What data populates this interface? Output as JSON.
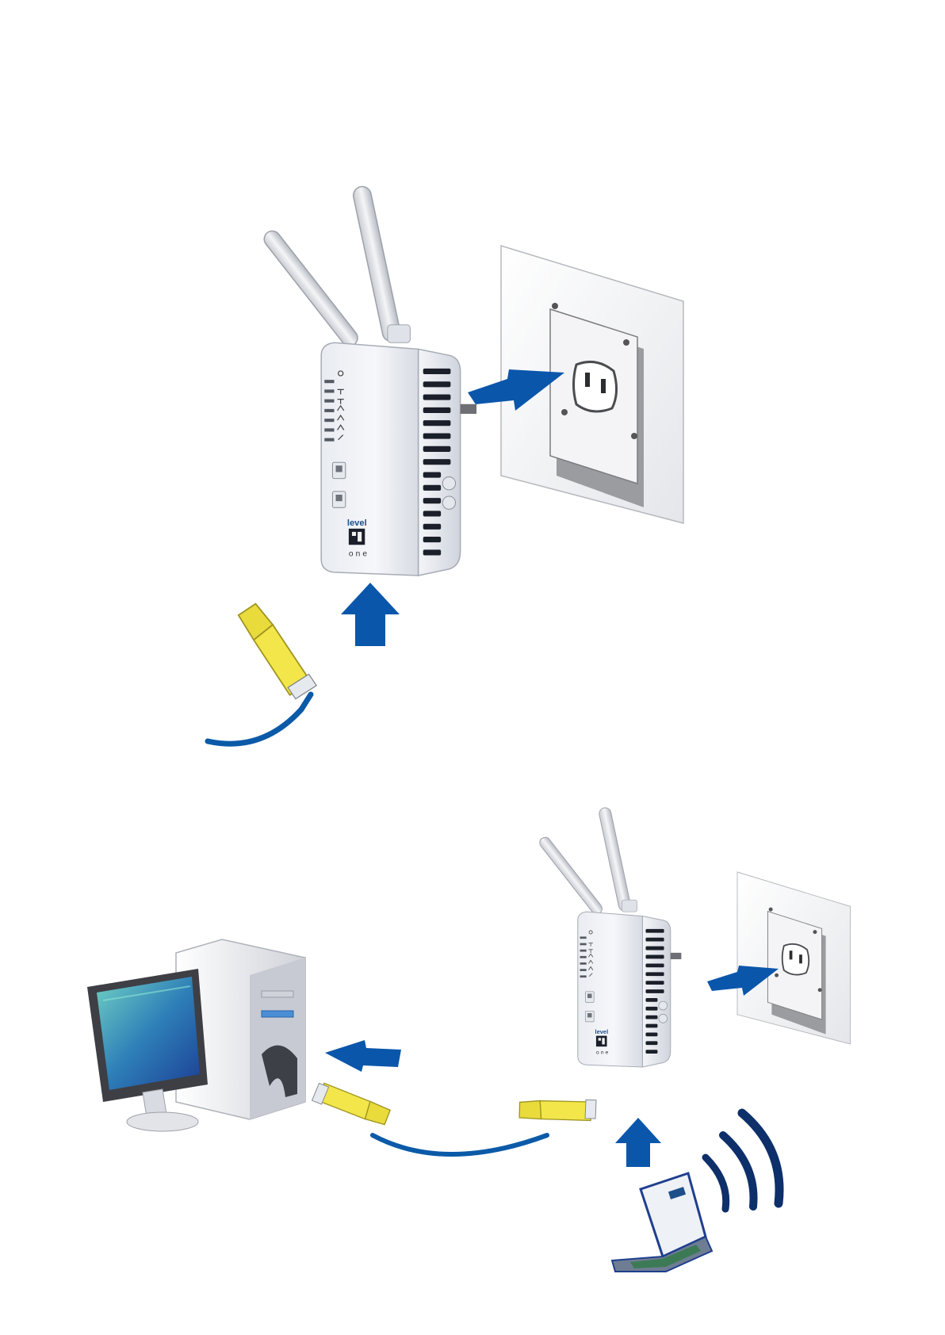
{
  "colors": {
    "arrow_blue": "#0a56ab",
    "cable_blue": "#0b5aa8",
    "rj45_yellow": "#f3e64a",
    "device_body": "#eef0f4",
    "wall_plate": "#f2f2f2",
    "outlet_shadow": "#8a8a8a",
    "monitor_screen": "#1e56a0"
  },
  "figures": [
    {
      "name": "step-plug-in-adapter",
      "components": [
        "powerline-adapter",
        "dual-antenna",
        "wall-outlet",
        "rj45-cable",
        "insert-arrow"
      ]
    },
    {
      "name": "step-connect-devices",
      "components": [
        "desktop-pc",
        "powerline-adapter",
        "wall-outlet",
        "rj45-cable",
        "wifi-signal",
        "laptop"
      ]
    }
  ],
  "brand": {
    "logo_top": "level",
    "logo_bottom": "one"
  },
  "icons": [
    "arrow-right-icon",
    "arrow-up-icon",
    "arrow-left-icon",
    "wifi-waves-icon"
  ]
}
